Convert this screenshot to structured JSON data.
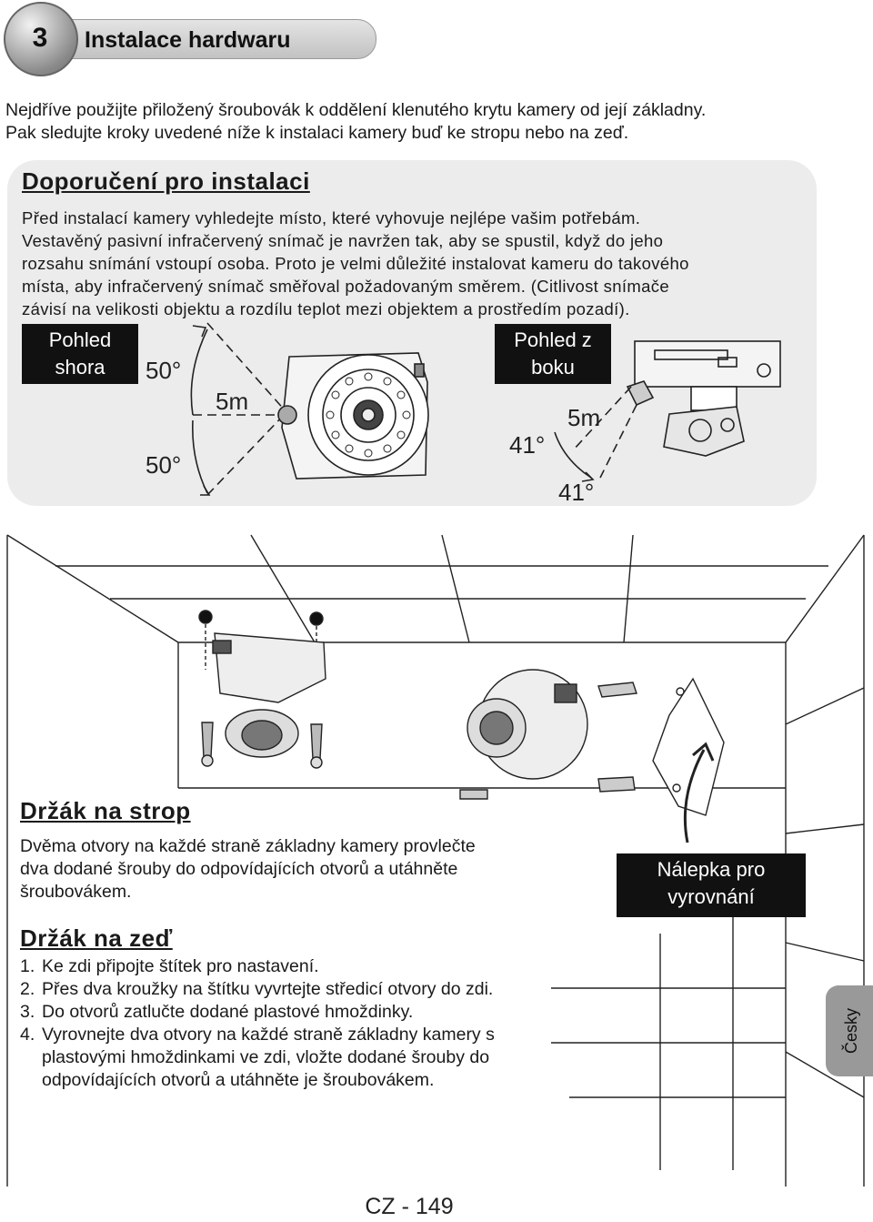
{
  "header": {
    "section_number": "3",
    "title": "Instalace hardwaru"
  },
  "intro": {
    "lines": [
      "Nejdříve použijte přiložený šroubovák k oddělení klenutého krytu kamery od její základny.",
      "Pak sledujte kroky uvedené níže k instalaci kamery buď ke stropu nebo na zeď."
    ]
  },
  "recommendation": {
    "title": "Doporučení pro instalaci",
    "lines": [
      "Před instalací kamery vyhledejte místo, které vyhovuje nejlépe vašim potřebám.",
      "Vestavěný pasivní infračervený snímač je navržen tak, aby se spustil, když do jeho",
      "rozsahu snímání vstoupí osoba. Proto je velmi důležité instalovat kameru do takového",
      "místa, aby infračervený snímač směřoval požadovaným směrem. (Citlivost snímače",
      "závisí na velikosti objektu a rozdílu teplot mezi objektem a prostředím pozadí)."
    ],
    "top_view": {
      "label_line1": "Pohled",
      "label_line2": "shora",
      "angle_upper": "50°",
      "angle_lower": "50°",
      "distance": "5m"
    },
    "side_view": {
      "label_line1": "Pohled z",
      "label_line2": "boku",
      "angle_upper": "41°",
      "angle_lower": "41°",
      "distance": "5m"
    }
  },
  "ceiling": {
    "title": "Držák na strop",
    "lines": [
      "Dvěma otvory na každé straně základny kamery provlečte",
      "dva dodané šrouby do odpovídajících otvorů a utáhněte",
      "šroubovákem."
    ]
  },
  "sticker": {
    "line1": "Nálepka pro",
    "line2": "vyrovnání"
  },
  "wall": {
    "title": "Držák na zeď",
    "steps": [
      {
        "num": "1.",
        "lines": [
          "Ke zdi připojte štítek pro nastavení."
        ]
      },
      {
        "num": "2.",
        "lines": [
          "Přes dva kroužky na štítku vyvrtejte středicí otvory do zdi."
        ]
      },
      {
        "num": "3.",
        "lines": [
          "Do otvorů zatlučte dodané plastové hmoždinky."
        ]
      },
      {
        "num": "4.",
        "lines": [
          "Vyrovnejte dva otvory na každé straně základny kamery s",
          "plastovými hmoždinkami ve zdi, vložte dodané šrouby do",
          "odpovídajících otvorů a utáhněte je šroubovákem."
        ]
      }
    ]
  },
  "side_tab": {
    "language": "Česky"
  },
  "footer": {
    "page": "CZ - 149"
  }
}
